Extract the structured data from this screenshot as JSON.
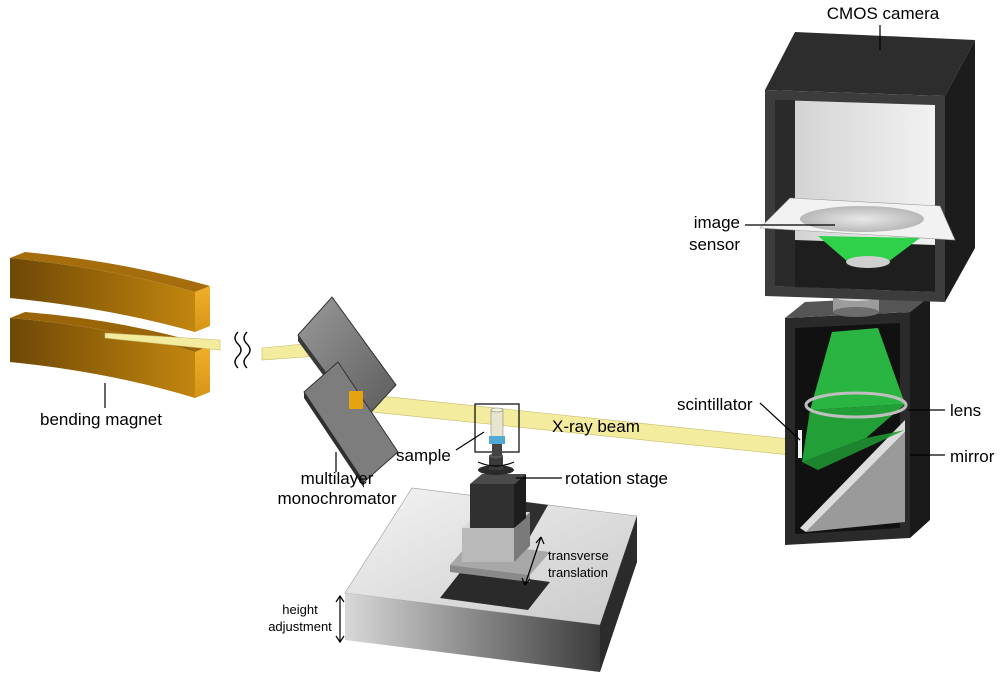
{
  "labels": {
    "cmos_camera": "CMOS camera",
    "image_sensor_line1": "image",
    "image_sensor_line2": "sensor",
    "bending_magnet": "bending magnet",
    "multilayer_line1": "multilayer",
    "multilayer_line2": "monochromator",
    "sample": "sample",
    "xray_beam": "X-ray beam",
    "rotation_stage": "rotation stage",
    "scintillator": "scintillator",
    "lens": "lens",
    "mirror": "mirror",
    "transverse_line1": "transverse",
    "transverse_line2": "translation",
    "height_line1": "height",
    "height_line2": "adjustment"
  },
  "colors": {
    "magnet": "#c9850f",
    "beam": "#f3ec9e",
    "scintillation_light": "#2fd14a",
    "camera_body": "#3c3c3c",
    "table": "#cfcfcf"
  }
}
